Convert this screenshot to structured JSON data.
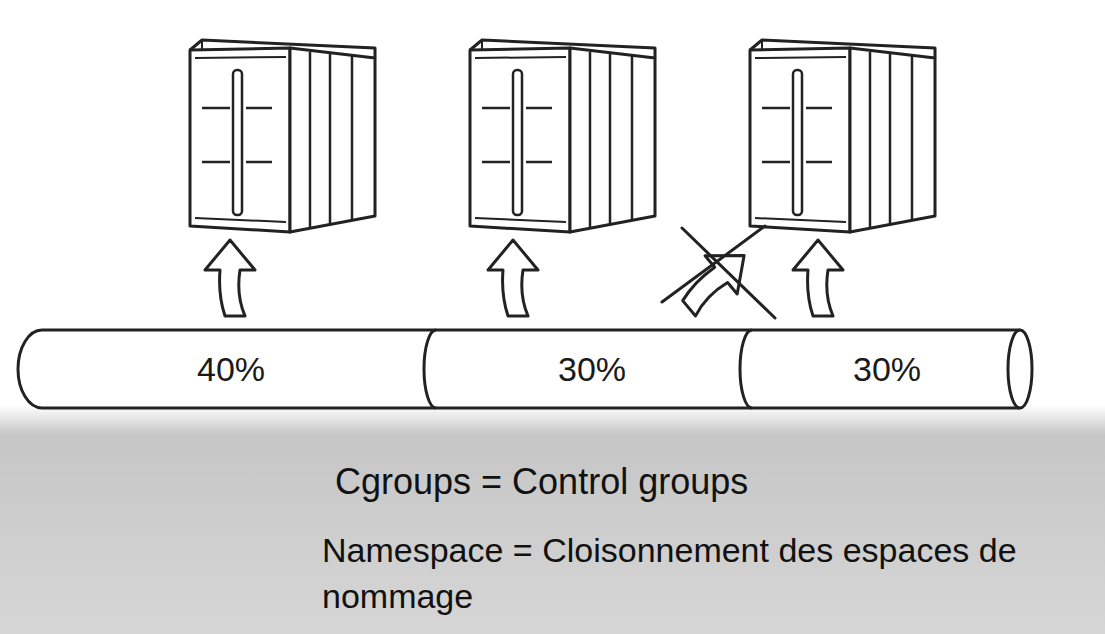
{
  "diagram": {
    "nodes": [
      {
        "text": [
          "40%"
        ]
      },
      {
        "text": [
          "30%"
        ]
      },
      {
        "text": [
          "30%"
        ]
      }
    ],
    "labels": [
      "Cgroups = Control groups",
      "Namespace = Cloisonnement des espaces de nommage"
    ]
  }
}
